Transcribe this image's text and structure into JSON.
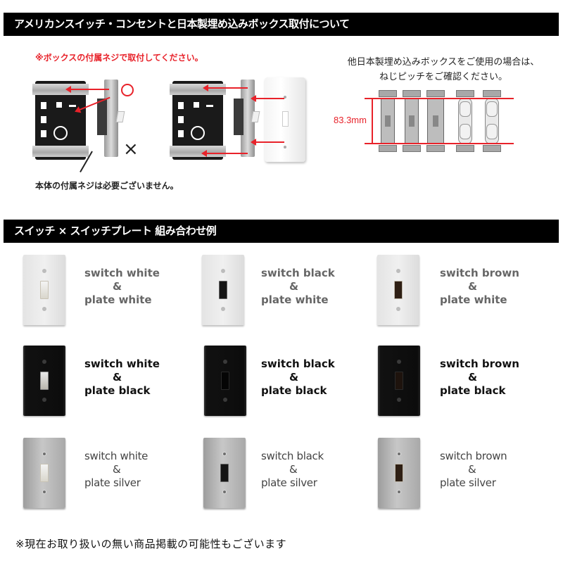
{
  "section1": {
    "title": "アメリカンスイッチ・コンセントと日本製埋め込みボックス取付について",
    "note_red": "※ボックスの付属ネジで取付してください。",
    "note_no_screw": "本体の付属ネジは必要ございません。",
    "note_right_line1": "他日本製埋め込みボックスをご使用の場合は、",
    "note_right_line2": "ねじピッチをご確認ください。",
    "pitch_label": "83.3mm",
    "mark_ok": "circle",
    "mark_ng": "×",
    "accent_color": "#e8222a"
  },
  "section2": {
    "title": "スイッチ × スイッチプレート 組み合わせ例",
    "combos": [
      {
        "switch": "switch white",
        "amp": "&",
        "plate": "plate white",
        "plate_color": "white",
        "switch_color": "white"
      },
      {
        "switch": "switch black",
        "amp": "&",
        "plate": "plate white",
        "plate_color": "white",
        "switch_color": "black"
      },
      {
        "switch": "switch brown",
        "amp": "&",
        "plate": "plate white",
        "plate_color": "white",
        "switch_color": "brown"
      },
      {
        "switch": "switch white",
        "amp": "&",
        "plate": "plate black",
        "plate_color": "black",
        "switch_color": "white"
      },
      {
        "switch": "switch black",
        "amp": "&",
        "plate": "plate black",
        "plate_color": "black",
        "switch_color": "black"
      },
      {
        "switch": "switch brown",
        "amp": "&",
        "plate": "plate black",
        "plate_color": "black",
        "switch_color": "brown"
      },
      {
        "switch": "switch white",
        "amp": "&",
        "plate": "plate silver",
        "plate_color": "silver",
        "switch_color": "white"
      },
      {
        "switch": "switch black",
        "amp": "&",
        "plate": "plate silver",
        "plate_color": "silver",
        "switch_color": "black"
      },
      {
        "switch": "switch brown",
        "amp": "&",
        "plate": "plate silver",
        "plate_color": "silver",
        "switch_color": "brown"
      }
    ]
  },
  "footnote": "※現在お取り扱いの無い商品掲載の可能性もございます"
}
